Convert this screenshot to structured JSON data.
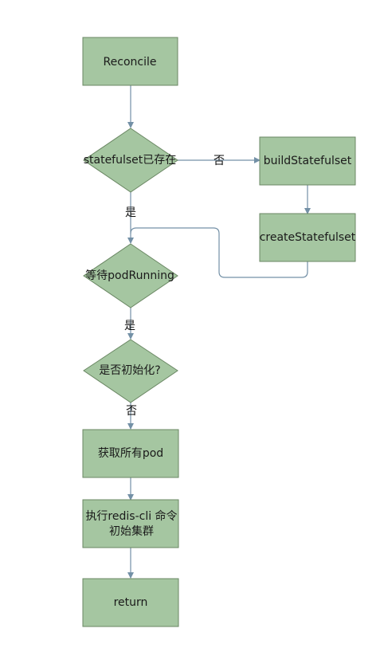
{
  "nodes": {
    "reconcile": "Reconcile",
    "statefulset_exists": "statefulset已存在",
    "build_statefulset": "buildStatefulset",
    "create_statefulset": "createStatefulset",
    "wait_pod_running": "等待podRunning",
    "is_initialized": "是否初始化?",
    "get_all_pods": "获取所有pod",
    "exec_redis_cli_line1": "执行redis-cli 命令",
    "exec_redis_cli_line2": "初始集群",
    "return": "return"
  },
  "edge_labels": {
    "exists_no": "否",
    "exists_yes": "是",
    "running_yes": "是",
    "initialized_no": "否"
  },
  "colors": {
    "node_fill": "#a5c6a1",
    "node_stroke": "#6a8763",
    "edge": "#7390a6"
  }
}
